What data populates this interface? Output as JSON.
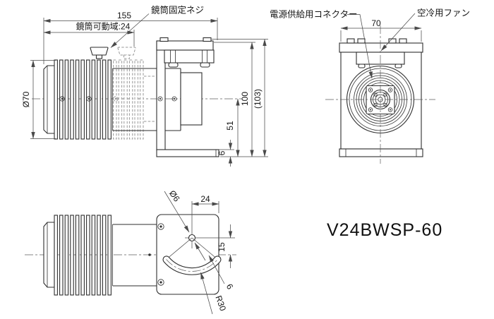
{
  "product_code": "V24BWSP-60",
  "side_view": {
    "dim_overall_width": "155",
    "dim_barrel_travel": "鏡筒可動域:24",
    "label_barrel_fixing_screw": "鏡筒固定ネジ",
    "dim_barrel_diameter": "Ø70",
    "dim_height_51": "51",
    "dim_height_100": "100",
    "dim_height_103": "(103)",
    "dim_base_thickness": "6"
  },
  "rear_view": {
    "label_power_connector": "電源供給用コネクター",
    "label_cooling_fan": "空冷用ファン",
    "dim_width": "70"
  },
  "top_view": {
    "dim_hole_diameter": "Ø6",
    "dim_offset_24": "24",
    "dim_offset_15": "15",
    "dim_slot_width": "6",
    "dim_slot_radius": "R30"
  },
  "colors": {
    "line": "#2e2e2e",
    "dimension": "#4a4a4a",
    "phantom": "#979797",
    "background": "#ffffff"
  }
}
